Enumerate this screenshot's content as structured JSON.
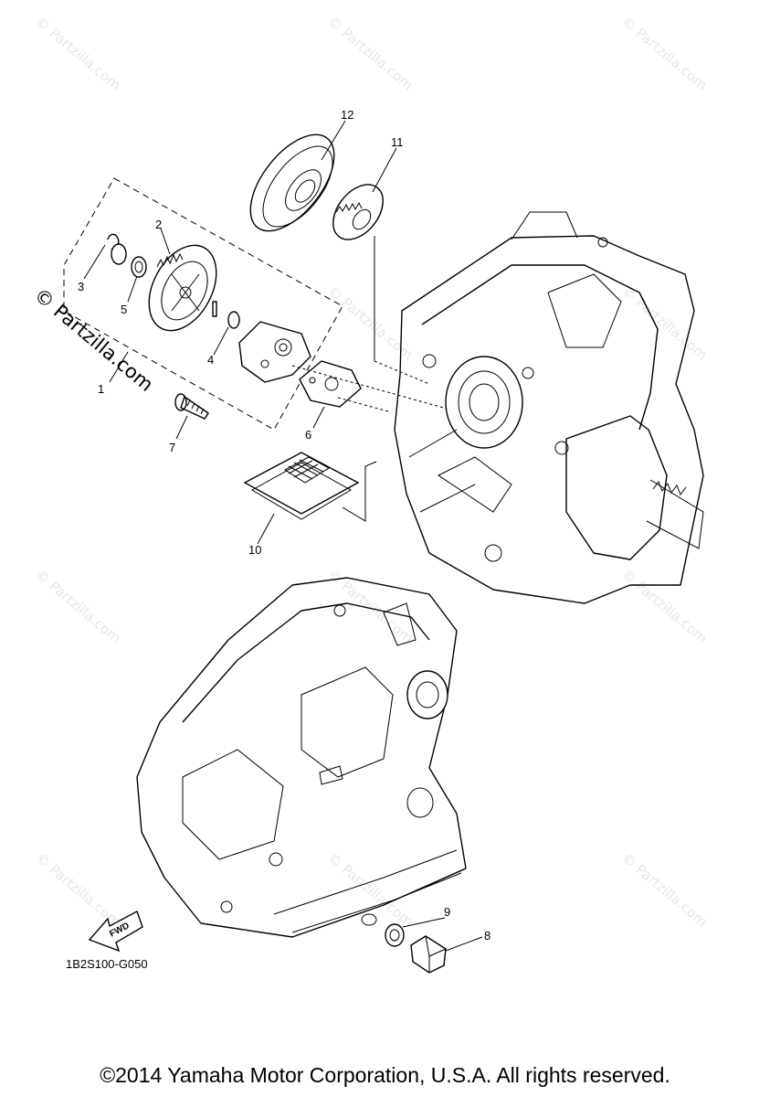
{
  "diagram": {
    "callouts": [
      "1",
      "2",
      "3",
      "4",
      "5",
      "6",
      "7",
      "8",
      "9",
      "10",
      "11",
      "12"
    ],
    "diagram_code": "1B2S100-G050",
    "fwd_label": "FWD"
  },
  "watermark": {
    "text": "© Partzilla.com"
  },
  "footer": {
    "copyright": "©2014 Yamaha Motor Corporation, U.S.A. All rights reserved."
  }
}
